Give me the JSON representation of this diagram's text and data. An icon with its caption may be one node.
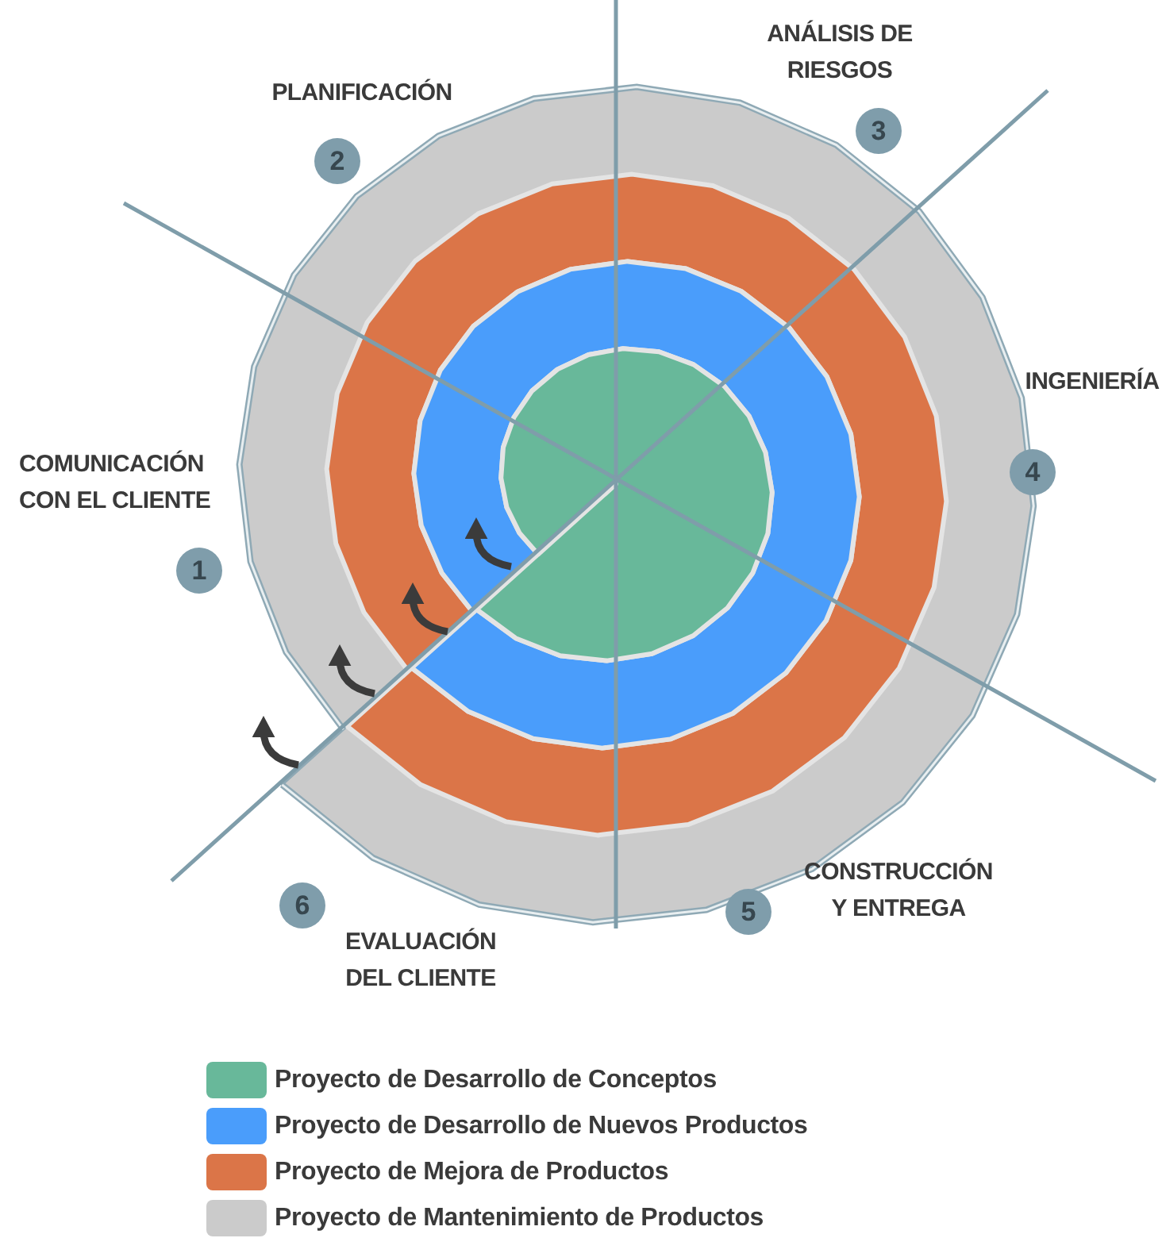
{
  "diagram": {
    "nodes": [
      {
        "text": [
          "1"
        ],
        "beside": [
          "COMUNICACIÓN CON EL CLIENTE"
        ]
      },
      {
        "text": [
          "2"
        ],
        "beside": [
          "PLANIFICACIÓN"
        ]
      },
      {
        "text": [
          "3"
        ],
        "beside": [
          "ANÁLISIS DE RIESGOS"
        ]
      },
      {
        "text": [
          "4"
        ],
        "beside": [
          "INGENIERÍA"
        ]
      },
      {
        "text": [
          "5"
        ],
        "beside": [
          "CONSTRUCCIÓN Y ENTREGA"
        ]
      },
      {
        "text": [
          "6"
        ],
        "beside": [
          "EVALUACIÓN DEL CLIENTE"
        ]
      }
    ],
    "legend": [
      {
        "text": "Proyecto de Desarrollo de Conceptos",
        "color": "#68b89a"
      },
      {
        "text": "Proyecto de Desarrollo de Nuevos Productos",
        "color": "#4a9dfb"
      },
      {
        "text": "Proyecto de Mejora de Productos",
        "color": "#db7548"
      },
      {
        "text": "Proyecto de Mantenimiento de Productos",
        "color": "#cbcbcb"
      }
    ]
  }
}
